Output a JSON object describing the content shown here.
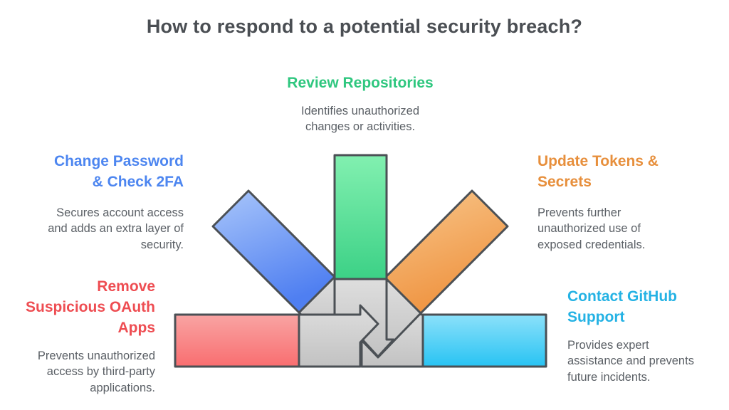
{
  "title": "How to respond to a potential security breach?",
  "steps": [
    {
      "name": "review-repositories",
      "label": "Review Repositories",
      "description": "Identifies unauthorized\nchanges or activities.",
      "color": "#2fc77f",
      "arrow_direction": "from-top"
    },
    {
      "name": "change-password-check-2fa",
      "label": "Change Password\n& Check 2FA",
      "description": "Secures account access\nand adds an extra layer of\nsecurity.",
      "color": "#4d86f0",
      "arrow_direction": "from-upper-left"
    },
    {
      "name": "update-tokens-secrets",
      "label": "Update Tokens &\nSecrets",
      "description": "Prevents further\nunauthorized use of\nexposed credentials.",
      "color": "#e78f3c",
      "arrow_direction": "from-upper-right"
    },
    {
      "name": "remove-suspicious-oauth-apps",
      "label": "Remove\nSuspicious OAuth\nApps",
      "description": "Prevents unauthorized\naccess by third-party\napplications.",
      "color": "#ee4d52",
      "arrow_direction": "from-left"
    },
    {
      "name": "contact-github-support",
      "label": "Contact GitHub\nSupport",
      "description": "Provides expert\nassistance and prevents\nfuture incidents.",
      "color": "#24b2e4",
      "arrow_direction": "from-right"
    }
  ],
  "palette": {
    "title_text": "#4a4e53",
    "body_text": "#5b6066",
    "outline": "#4b5055",
    "arrowhead_gray": "#cccccc"
  }
}
